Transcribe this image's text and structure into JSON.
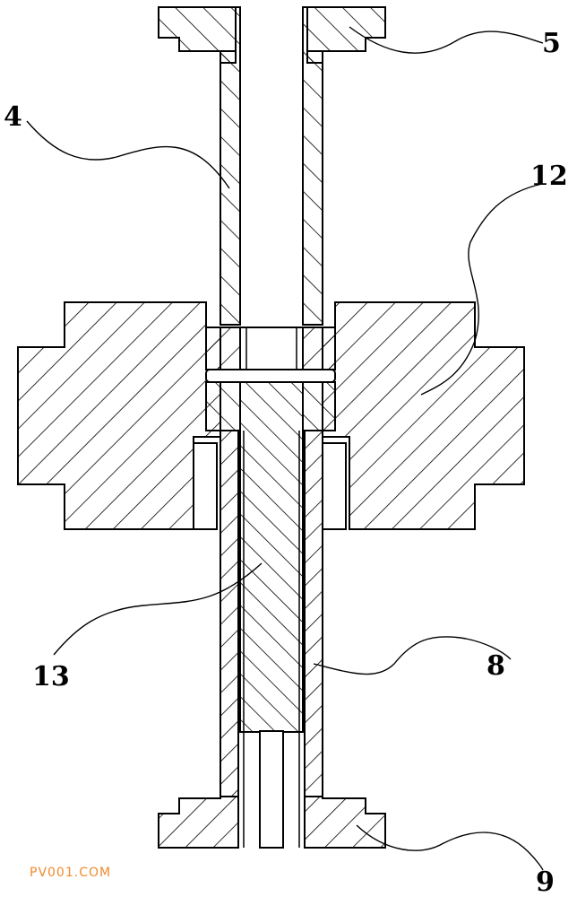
{
  "labels": {
    "part_4": "4",
    "part_5": "5",
    "part_12": "12",
    "part_13": "13",
    "part_8": "8",
    "part_9": "9"
  },
  "watermark": "PV001.COM",
  "colors": {
    "line": "#000000",
    "background": "#ffffff",
    "watermark": "#f08a2c"
  }
}
